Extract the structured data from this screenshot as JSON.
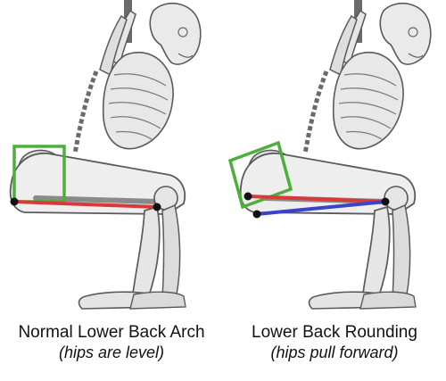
{
  "panels": [
    {
      "title": "Normal Lower Back Arch",
      "subtitle": "(hips are level)"
    },
    {
      "title": "Lower Back Rounding",
      "subtitle": "(hips pull forward)"
    }
  ],
  "colors": {
    "pelvis_box": "#4caf3a",
    "hip_line": "#d83a3a",
    "tilt_line": "#3a44c8",
    "joint_dot": "#111111",
    "skeleton_stroke": "#5a5a5a",
    "skeleton_fill": "#e4e4e4"
  },
  "icons": [
    "squat-skeleton-figure"
  ]
}
